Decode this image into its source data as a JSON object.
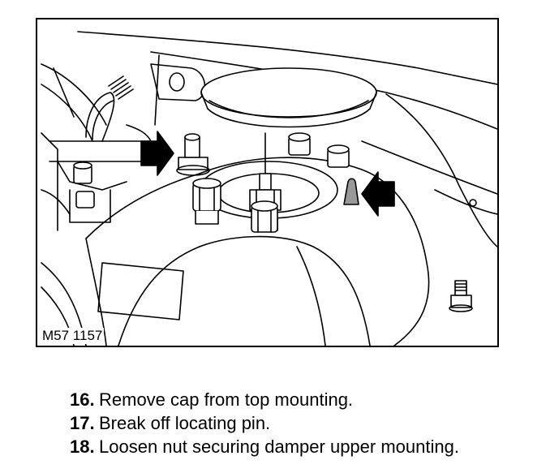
{
  "figure": {
    "reference": "M57 1157"
  },
  "steps": [
    {
      "number": "16.",
      "text": "Remove cap from top mounting."
    },
    {
      "number": "17.",
      "text": "Break off locating pin."
    },
    {
      "number": "18.",
      "text": "Loosen nut securing damper upper mounting."
    }
  ]
}
